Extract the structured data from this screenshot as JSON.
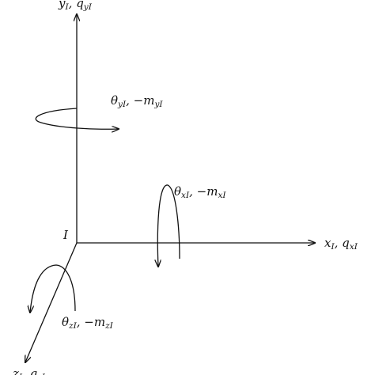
{
  "origin": {
    "label": "I"
  },
  "axes": {
    "x": {
      "var": "x",
      "sub": "I",
      "sep": ", ",
      "load": "q",
      "load_sub": "xI"
    },
    "y": {
      "var": "y",
      "sub": "I",
      "sep": ", ",
      "load": "q",
      "load_sub": "yI"
    },
    "z": {
      "var": "z",
      "sub": "I",
      "sep": ", ",
      "load": "q",
      "load_sub": "zI"
    }
  },
  "rotations": {
    "x": {
      "theta": "θ",
      "theta_sub": "xI",
      "sep": ", −",
      "moment": "m",
      "moment_sub": "xI"
    },
    "y": {
      "theta": "θ",
      "theta_sub": "yI",
      "sep": ", −",
      "moment": "m",
      "moment_sub": "yI"
    },
    "z": {
      "theta": "θ",
      "theta_sub": "zI",
      "sep": ", −",
      "moment": "m",
      "moment_sub": "zI"
    }
  },
  "colors": {
    "stroke": "#111111",
    "background": "#ffffff"
  }
}
